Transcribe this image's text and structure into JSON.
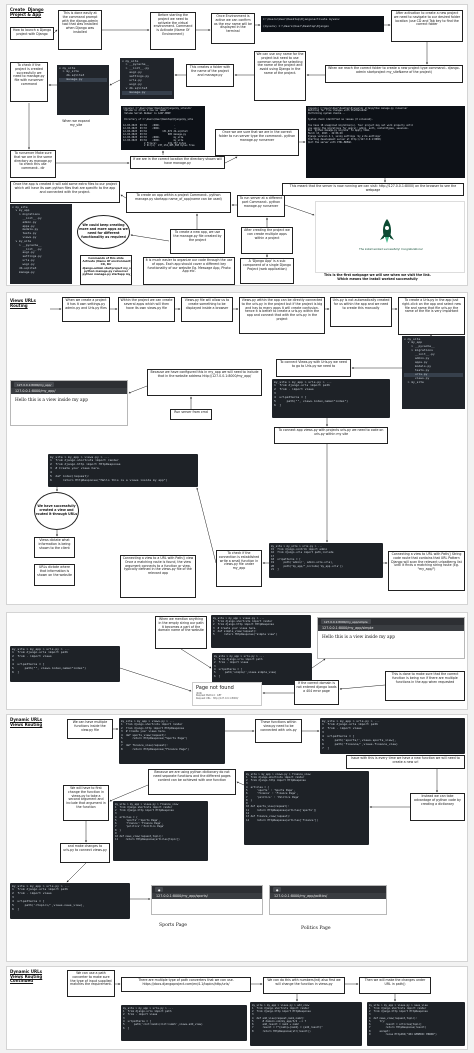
{
  "section1": {
    "title": "Create  Django\nProject & App",
    "question": "How to launch a Django project with Django",
    "note_done_easily": "This is done easily at the command prompt with the django-admin tool that was installed when Django was installed",
    "note_activate_env": "Before starting the project we need to activate the virtual environment. Command is Activate (Name Of Environment)",
    "note_env_active": "Once Environment is active we can confirm as the env name will be displayed in the terminal",
    "term_activate": "C:\\Users\\User\\Desktop\\Django>activate myvenv\n\n(myvenv) C:\\Users\\User\\Desktop\\Django>",
    "note_after_activation": "After activation to create a new project we need to navigate to our desired folder location (use CD and Tab key to find the correct folder",
    "note_name_project": "We can use any name for the project but need to use common sense for selecting the name of the project and avoid using Django in the name of the project.",
    "note_reached_folder": "When we reach the correct folder to create a new project type command:-\ndjango-admin startproject my_siteName of the project)",
    "note_check_project": "To check if the project is created successfully we need to manage.py file with runserver command",
    "note_creates_folder": "This creates a folder with the name of the project and manage.py",
    "tree_project": [
      "v my_site",
      "  > __pycache__",
      "  > __init__.py",
      "    asgi.py",
      "    settings.py",
      "    urls.py",
      "    wsgi.py",
      "  v db.sqlite3",
      "    manage.py"
    ],
    "tree_small": [
      "v my_site",
      "  > my_site",
      "    db.sqlite3",
      "    manage.py"
    ],
    "note_when_we_expand": "When we expand my_site",
    "term_dir": "(myvenv) C:\\Users\\User\\Desktop\\Django\\my_site>dir\n Volume in drive C has no label.\n Volume Serial Number is 1AAF-9B4E\n\n Directory of C:\\Users\\User\\Desktop\\Django\\my_site\n\n12-03-2023  03:34    <DIR>          .\n12-03-2023  03:33    <DIR>          ..\n12-03-2023  03:34           131,072 db.sqlite3\n12-03-2023  03:33               685 manage.py\n12-03-2023  03:33    <DIR>          my_site\n12-03-2023  03:34    <DIR>          my_site\n               2 File(s)        131,757 bytes\n               2 Dir(s)  237,134,405,568 bytes free",
    "note_once_correct_folder": "Once we are sure that we are in the correct folder to run server type the command:-\npython manage.py runserver",
    "term_runserver": "(myvenv) C:\\Users\\User\\Desktop\\Django\\my_site>python manage.py runserver\nWatching for file changes with StatReloader\nPerforming system checks...\n\nSystem check identified no issues (0 silenced).\n\nYou have 18 unapplied migration(s). Your project may not work properly until\nyou apply the migrations for app(s): admin, auth, contenttypes, sessions.\nRun 'python manage.py migrate' to apply them.\nMarch 13, 2023 - 22:06:40\nDjango version 4.1, using settings 'my_site.settings'\nStarting development server at http://127.0.0.1:8000/\nQuit the server with CTRL-BREAK.",
    "note_to_runserver": "To runserver\nMake sure that we are in the same directory as manage.py to check this use command:-\ndir",
    "note_in_correct_location": "If we are in the correct location the directory shown will have manage.py",
    "note_server_running": "This meant that the server is now running\nwe can visit: http://127.0.0.1:8000/ on the browser to see the webpage",
    "note_once_project_created": "Once the app is created it will add some extra files to our project which will have its own python files that are specific to the app and connected with the project.",
    "note_create_app": "To create an app within a project Command:-\npython manage.py startapp name_of_app(name can be used)",
    "note_run_different_port": "To run server at a different port Command:-\npython manage.py runserver",
    "tree_app": [
      "v my_site",
      "  v my_app",
      "    > migrations",
      "      __init__.py",
      "      admin.py",
      "      apps.py",
      "      models.py",
      "      tests.py",
      "      views.py",
      "  v my_site",
      "    > __pycache__",
      "      __init__.py",
      "      asgi.py",
      "      settings.py",
      "      urls.py",
      "      wsgi.py",
      "    db.sqlite3",
      "    manage.py"
    ],
    "ellipse_multiple": "We could keep creating more and more apps as we need for different functionality as required",
    "note_new_app": "To create a new app, we use the manage.py file created by the project",
    "note_after_creating": "After creating the project we can create multiple apps within a project",
    "note_sub_component": "A 'Django App' is a sub component of a single Django Project (web application)",
    "note_good_practice": "It is much easier to organize our code through the use of apps. Each app should cover a different key functionality of our website Eg. Message App, Photo App etc.",
    "commands_box": "Commands of this slide\nActivate (Name Of environment)\nCD, Dir\ndjango-admin startproject my_site\npython manage.py runserver\npython manage.py startapp my_app",
    "rocket_text": "The install worked successfully! Congratulations!",
    "caption_first_webpage": "This is the first webpage we will see when we visit the link.\nWhich means the install worked successfully"
  },
  "section2": {
    "title": "Views URLs\nRouting",
    "note_create_project": "When we create a project it has it own settings.py admin.py and Urls.py files",
    "note_within_project": "Within the project we can create several apps which will then have its own views.py file",
    "note_views_file": "Views.py file will allow us to create something to be displayed inside a browser",
    "note_views_within_app": "Views.py within the app can be directly connected to the urls.py in the project but if the project is big and has to many apps it will create confusion. hence it is better to create a urls.py within the app and connect that with the urls.py in the project",
    "note_urls_not_created": "Urls.py is not automatically created for us within the app and we need to create this manually",
    "note_to_create_urls": "To create a Urls.py in the app just right-click on the app and select new file and name that file urls.py\nthe name of the file is very important",
    "note_configured": "Because we have configured this in my_app we will need to include that in the website address\nhttp://127.0.0.1:8000/my_app/",
    "browser_url": "127.0.0.1:8000/my_app/",
    "browser_tab": "127.0.0.1:8000/my_app/",
    "browser_text": "Hello this is a view inside my app",
    "note_run_server": "Run server from cmd",
    "note_connect_views": "To connect Views.py with Urls.py we need to go to Urls.py we need to",
    "code_app_urls": "my_site > my_app > urls.py > ...\n1  from django.urls import path\n2  from . import views\n3\n4  urlpatterns = [\n5      path(\"\", views.index,name=\"index\")\n6  ]",
    "note_connect_apps": "To connect app views.py with projects urls.py we need to code on urls.py within my site",
    "code_views": "my_site > my_app > views.py > ...\n1  from django.shortcuts import render\n2  from django.http import HttpResponse\n3  # Create your views here.\n4\n5  def index(request):\n6      return HttpResponse(\"Hello this is a views inside my app\")",
    "ellipse_created": "We have successfully created a view and routed it through URLs",
    "note_views_dictate": "Views dictate what information is being shown to the client",
    "note_urls_dictate": "URLs dictate where that information is shown on the website",
    "note_connecting_view": "Connecting a view to a URL with Path()\nview\nOnce a matching route is found, the view argument connects to a function or view, typically defined in the views.py file of the relevant app",
    "note_check_connection": "To check if the connection is established write a small function in views.py file under my_app",
    "code_project_urls": "my_site > my_site > urls.py > ...\n15  from django.contrib import admin\n16  from django.urls import path,include\n17\n18  urlpatterns = [\n19      path('admin/', admin.site.urls),\n20      path(\"my_app/\",include('my_app.urls'))\n21  ]",
    "note_connecting_path": "Connecting a view to URL with Path()\nString code route that contains that URL Pattern\nDjango will scan the relevant urlpatterns list until it finds a matching string route (Eg. \"my_app/\")"
  },
  "section3": {
    "code_views_simple": "my_site > my_app > views.py > ...\n1  from django.shortcuts import render\n2  from django.http import HttpResponse\n3  # Create your views here.\n4  def simple_view(request):\n5      return HttpResponse(\"simple view\")",
    "note_mention_anything": "When we mention anything in the empty string our path it becomes a part of the domain name of the website",
    "code_urls_simple": "my_site > my_app > urls.py > ...\n1  from django.urls import path\n2  from . import views\n3\n4  urlpatterns = [\n5      path('simple/',views.simple_view)\n6  ]",
    "browser_url": "127.0.0.1:8000/my_app/simple",
    "browser_tab": "127.0.0.1:8000/my_app/simple",
    "browser_text": "Hello this is a view inside my app",
    "code_urls_index": "my_site > my_app > urls.py > ...\n1  from django.urls import path\n2  from . import views\n3\n4  urlpatterns = [\n5      path(\"\", views.index,name=\"index\")\n6  ]",
    "not_found_title": "Page not found",
    "not_found_sub": "(404)\nRequest Method:  GET\nRequest URL:  http://127.0.0.1:8000/",
    "note_not_found": "If the correct domain is not entered django loads a 404 error page",
    "note_make_sure": "This is done to make sure that the correct function is being run if there are multiple functions in the app when requested"
  },
  "section4": {
    "title": "Dynamic URLs\nViews Routing",
    "note_multiple_functions": "We can have multiple functions inside the view.py file",
    "code_views_multi": "my_site > my_app > views.py > ...\n1  from django.shortcuts import render\n2  from django.http import HttpResponse\n3  # Create your views here.\n4  def sports_view(request):\n5      return HttpResponse(\"Sports Page\")\n6\n7  def finance_view(request):\n8      return HttpResponse(\"Finance Page\")",
    "note_functions_within": "These functions within view.py need to be connected with urls.py",
    "code_urls_multi": "my_site > my_app > urls.py > ...\n1  from django.urls import path\n2  from . import views\n3\n4  urlpatterns = [\n5      path('sports/',views.sports_view),\n6      path('finance/',views.finance_view)\n7  ]",
    "note_issue": "Issue with this is every time we have a new function we will need to create a new url",
    "note_first_change": "We will have to first change the function in views.py to take a second argument and include that argument in the function",
    "note_dictionary": "Because we are using python dictionary do not need separate functions and the different pages content can be achieved with one function",
    "code_views_dict": "my_site > my_app > views.py > finance_view\n1  from django.shortcuts import render\n2  from django.http import HttpResponse\n3\n4  articles = {\n5      'sports':'Sports Page',\n6      'finance':'Finance Page',\n7      'politics':'Politics Page'\n8  }\n9\n10 def news_view(request,topic):\n11     return HttpResponse(articles[topic])",
    "code_views_dict2": "my_site > my_app > views.py > finance_view\n1  from django.shortcuts import render\n2  from django.http import HttpResponse\n3\n4  articles = {\n5      'sports' : 'Sports Page',\n6      'finance' : 'Finance Page',\n7      'politics' : 'Politics Page'\n8  }\n9\n10 def sports_view(request):\n11     return HttpResponse(articles['sports'])\n12\n13 def finance_view(request):\n14     return HttpResponse(articles['finance'])",
    "note_instead": "Instead we can take advantage of python code by creating a dictionary",
    "note_changes_urls": "and make changes to urls.py to connect views.py",
    "code_urls_topic": "my_site > my_app > urls.py > ...\n1  from django.urls import path\n2  from . import views\n3\n4  urlpatterns = [\n5      path('<topic>/',views.news_view),\n6  ]",
    "browser_sports_url": "127.0.0.1:8000/my_app/sports/",
    "browser_sports_text": "Sports Page",
    "browser_politics_url": "127.0.0.1:8000/my_app/politics/",
    "browser_politics_text": "Politics Page"
  },
  "section5": {
    "title": "Dynamic URLs\nViews Routing\nContinued",
    "note_path_converter": "We can use a path converter to make sure the type of input supplied matches the requirement.",
    "note_multiple_types": "There are multiple type of path converters that we can use. https://docs.djangoproject.com/en/4.1/topics/http/urls/",
    "note_numbers": "We can do this with numbers(int) also first we will change the function in views.py",
    "note_changes_urls": "Then we will make the changes under URL in path()",
    "code_urls_int": "my_site > my_app > urls.py > ...\n1  from django.urls import path\n2  from . import views\n3\n4  urlpatterns = [\n5      path('<int:num1>/<int:num2>',views.add_view)\n6  ]",
    "code_views_int": "my_site > my_app > views.py > add_view\n1  from django.shortcuts import render\n2  from django.http import HttpResponse\n3\n4  def add_view(request,num1,num2):\n5      # domain.com/my_app/3/4 --> 7\n6      add_result = num1 + num2\n7      result = f\"{num1}+{num2} = {add_result}\"\n8      return HttpResponse(str(result))",
    "code_views_news": "my_site > my_app > views.py > news_view\n1  from django.shortcuts import render\n2  from django.http import HttpResponse\n3\n4  def news_view(request,topic):\n5      try:\n6          result = articles[topic]\n7          return HttpResponse(result)\n8      except:\n9          raise Http404(\"404 GENERIC ERROR\")"
  }
}
